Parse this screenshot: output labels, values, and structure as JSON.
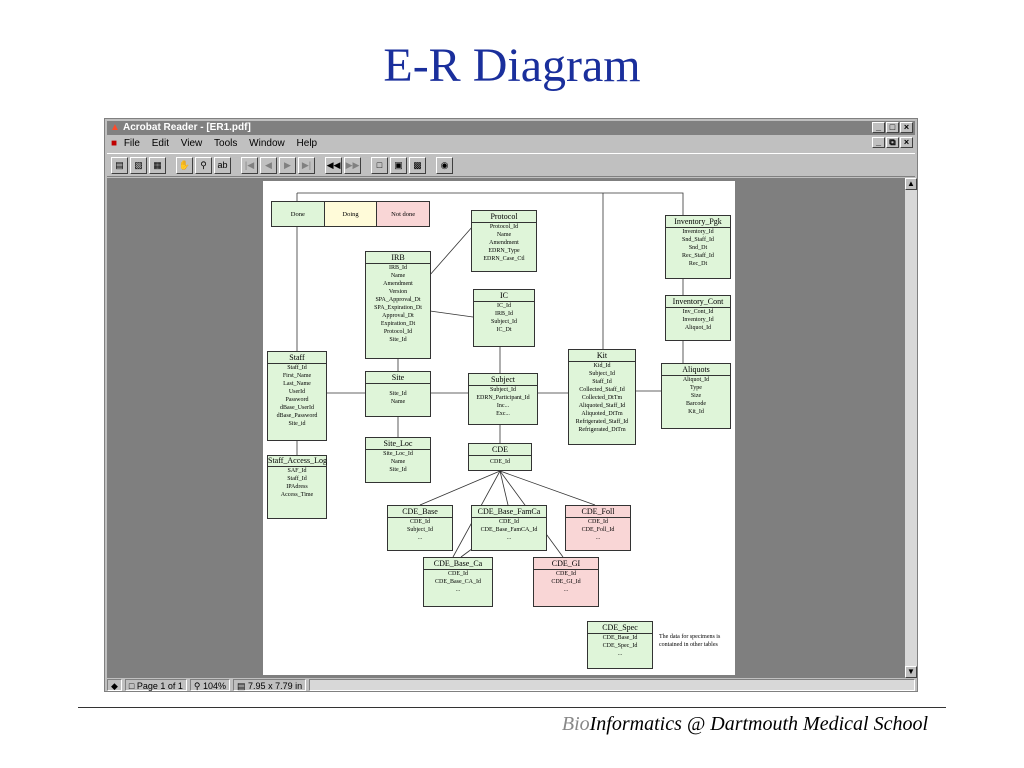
{
  "slide": {
    "title": "E-R Diagram",
    "footer_bio": "Bio",
    "footer_rest": "Informatics @ Dartmouth Medical School"
  },
  "window": {
    "title": "Acrobat Reader - [ER1.pdf]",
    "menus": [
      "File",
      "Edit",
      "View",
      "Tools",
      "Window",
      "Help"
    ],
    "status": {
      "page": "Page 1 of 1",
      "zoom": "104%",
      "size": "7.95 x 7.79 in"
    }
  },
  "legend": {
    "done": "Done",
    "doing": "Doing",
    "not_done": "Not done",
    "colors": {
      "done": "#dff5d9",
      "doing": "#fffbd9",
      "not_done": "#f9d6d6"
    }
  },
  "entities": {
    "protocol": {
      "name": "Protocol",
      "attrs": [
        "Protocol_Id",
        "Name",
        "Amendment",
        "EDRN_Type",
        "EDRN_Case_Ctl"
      ]
    },
    "inventory_pgk": {
      "name": "Inventory_Pgk",
      "attrs": [
        "Inventory_Id",
        "Snd_Staff_Id",
        "Snd_Dt",
        "Rec_Staff_Id",
        "Rec_Dt"
      ]
    },
    "irb": {
      "name": "IRB",
      "attrs": [
        "IRB_Id",
        "Name",
        "Amendment",
        "Version",
        "SPA_Approval_Dt",
        "SPA_Expiration_Dt",
        "Approval_Dt",
        "Expiration_Dt",
        "Protocol_Id",
        "Site_Id"
      ]
    },
    "ic": {
      "name": "IC",
      "attrs": [
        "IC_Id",
        "IRB_Id",
        "Subject_Id",
        "IC_Dt"
      ]
    },
    "inventory_cont": {
      "name": "Inventory_Cont",
      "attrs": [
        "Inv_Cont_Id",
        "Inventory_Id",
        "Aliquot_Id"
      ]
    },
    "staff": {
      "name": "Staff",
      "attrs": [
        "Staff_Id",
        "First_Name",
        "Last_Name",
        "UserId",
        "Password",
        "dBase_UserId",
        "dBase_Password",
        "Site_id"
      ]
    },
    "site": {
      "name": "Site",
      "attrs": [
        "Site_Id",
        "Name"
      ]
    },
    "subject": {
      "name": "Subject",
      "attrs": [
        "Subject_Id",
        "EDRN_Participant_Id",
        "Inc...",
        "Exc..."
      ]
    },
    "kit": {
      "name": "Kit",
      "attrs": [
        "Kid_Id",
        "Subject_Id",
        "Staff_Id",
        "Collected_Staff_Id",
        "Collected_DtTm",
        "Aliquoted_Staff_Id",
        "Aliquoted_DtTm",
        "Refrigerated_Staff_Id",
        "Refrigerated_DtTm"
      ]
    },
    "aliquots": {
      "name": "Aliquots",
      "attrs": [
        "Aliquot_Id",
        "Type",
        "Size",
        "Barcode",
        "Kit_Id"
      ]
    },
    "site_loc": {
      "name": "Site_Loc",
      "attrs": [
        "Site_Loc_Id",
        "Name",
        "Site_Id"
      ]
    },
    "cde": {
      "name": "CDE",
      "attrs": [
        "CDE_Id"
      ]
    },
    "staff_access_log": {
      "name": "Staff_Access_Log",
      "attrs": [
        "SAF_Id",
        "Staff_Id",
        "IPAdress",
        "Access_Time"
      ]
    },
    "cde_base": {
      "name": "CDE_Base",
      "attrs": [
        "CDE_Id",
        "Subject_Id",
        "..."
      ]
    },
    "cde_base_famca": {
      "name": "CDE_Base_FamCa",
      "attrs": [
        "CDE_Id",
        "CDE_Base_FamCA_Id",
        "..."
      ]
    },
    "cde_foll": {
      "name": "CDE_Foll",
      "attrs": [
        "CDE_Id",
        "CDE_Foll_Id",
        "..."
      ]
    },
    "cde_base_ca": {
      "name": "CDE_Base_Ca",
      "attrs": [
        "CDE_Id",
        "CDE_Base_CA_Id",
        "..."
      ]
    },
    "cde_gi": {
      "name": "CDE_GI",
      "attrs": [
        "CDE_Id",
        "CDE_GI_Id",
        "..."
      ]
    },
    "cde_spec": {
      "name": "CDE_Spec",
      "attrs": [
        "CDE_Base_Id",
        "CDE_Spec_Id",
        "..."
      ]
    }
  },
  "note": "The data for specimens is contained in other tables"
}
